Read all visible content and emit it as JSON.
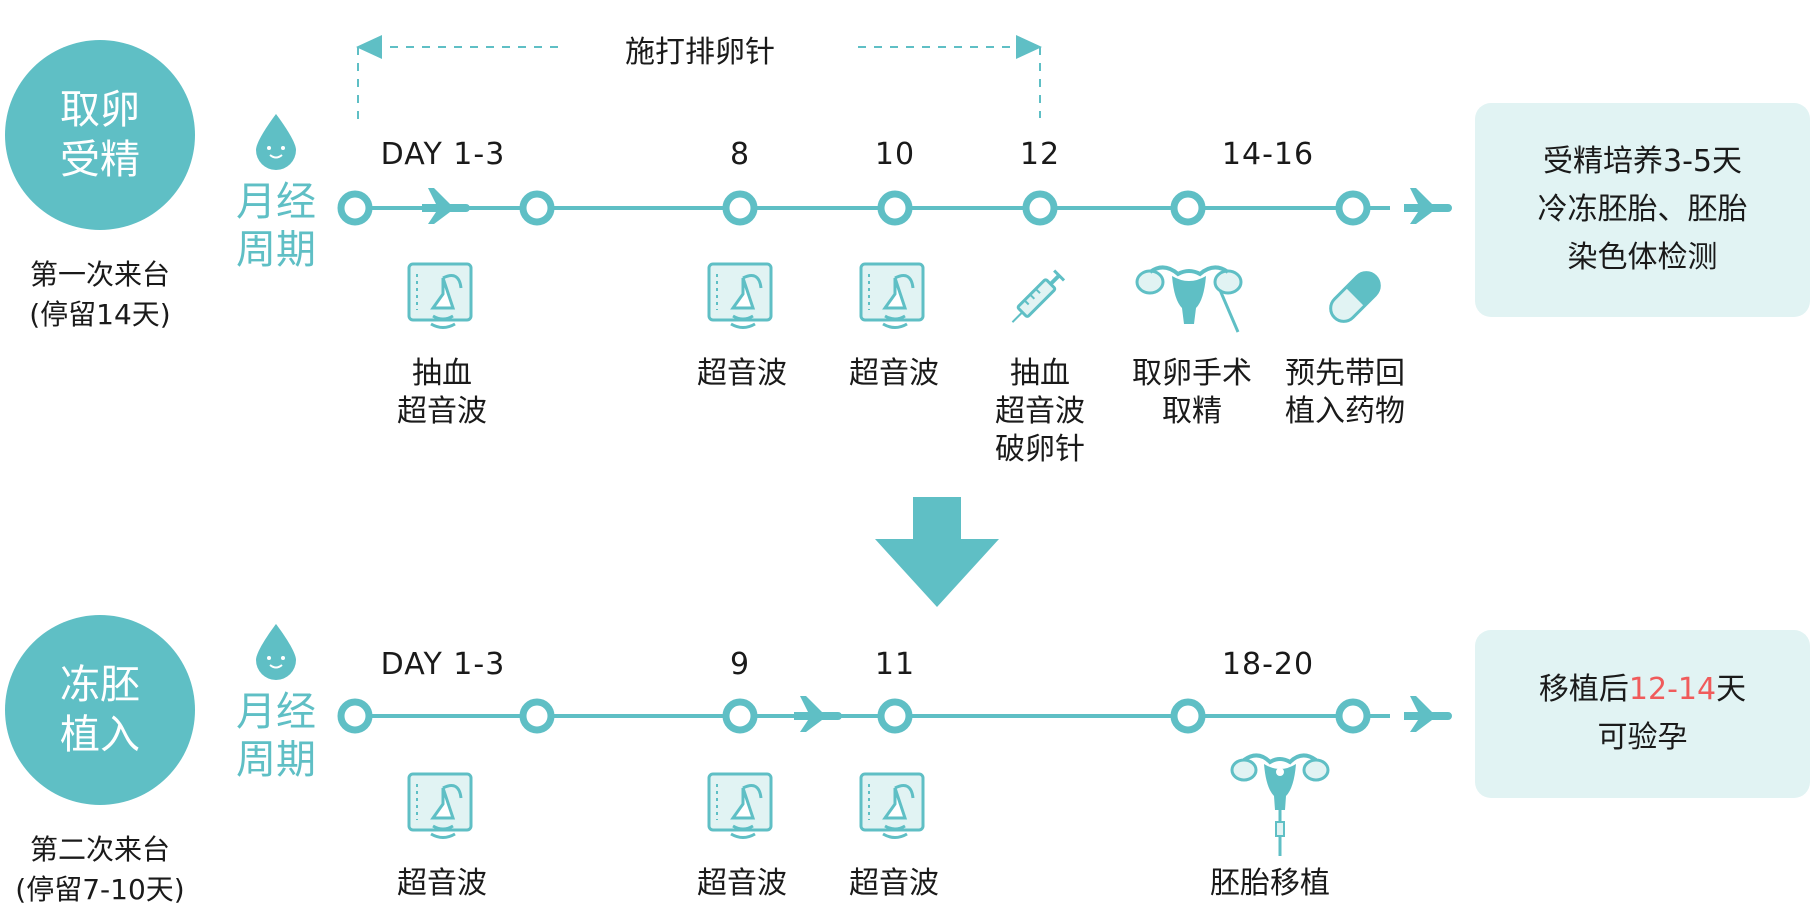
{
  "colors": {
    "teal": "#5fbfc5",
    "box_bg": "#e1f3f3",
    "highlight": "#f05b5b"
  },
  "trigger": {
    "label": "施打排卵针"
  },
  "phase1": {
    "circle": [
      "取卵",
      "受精"
    ],
    "visit": [
      "第一次来台",
      "(停留14天)"
    ],
    "cycle": [
      "月经",
      "周期"
    ],
    "days": {
      "d1": "DAY 1-3",
      "d2": "8",
      "d3": "10",
      "d4": "12",
      "d5": "14-16"
    },
    "labels": {
      "l1": [
        "抽血",
        "超音波"
      ],
      "l2": [
        "超音波"
      ],
      "l3": [
        "超音波"
      ],
      "l4": [
        "抽血",
        "超音波",
        "破卵针"
      ],
      "l5": [
        "取卵手术",
        "取精"
      ],
      "l6": [
        "预先带回",
        "植入药物"
      ]
    },
    "box": [
      "受精培养3-5天",
      "冷冻胚胎、胚胎",
      "染色体检测"
    ]
  },
  "phase2": {
    "circle": [
      "冻胚",
      "植入"
    ],
    "visit": [
      "第二次来台",
      "(停留7-10天)"
    ],
    "cycle": [
      "月经",
      "周期"
    ],
    "days": {
      "d1": "DAY 1-3",
      "d2": "9",
      "d3": "11",
      "d4": "18-20"
    },
    "labels": {
      "l1": [
        "超音波"
      ],
      "l2": [
        "超音波"
      ],
      "l3": [
        "超音波"
      ],
      "l4": [
        "胚胎移植"
      ]
    },
    "box": {
      "prefix": "移植后",
      "highlight": "12-14",
      "suffix": "天",
      "line2": "可验孕"
    }
  },
  "icons": {
    "drop": "drop-icon",
    "airplane": "airplane-icon",
    "ultrasound": "ultrasound-icon",
    "syringe": "syringe-icon",
    "uterus": "uterus-icon",
    "pill": "pill-icon",
    "arrow": "arrow-down-icon"
  }
}
